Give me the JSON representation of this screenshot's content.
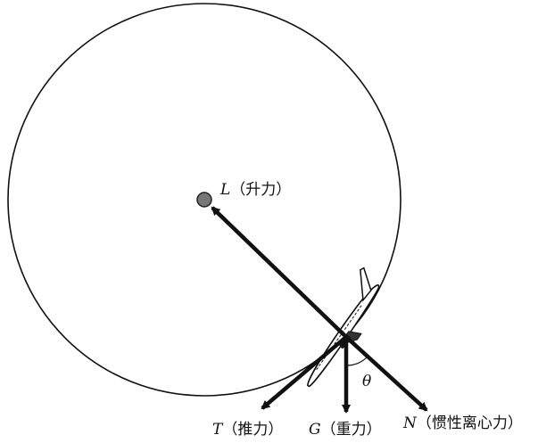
{
  "labels": {
    "lift": {
      "symbol": "L",
      "text": "（升力）"
    },
    "thrust": {
      "symbol": "T",
      "text": "（推力）"
    },
    "gravity": {
      "symbol": "G",
      "text": "（重力）"
    },
    "inertial": {
      "symbol": "N",
      "text": "（惯性离心力）"
    },
    "angle": "θ"
  }
}
